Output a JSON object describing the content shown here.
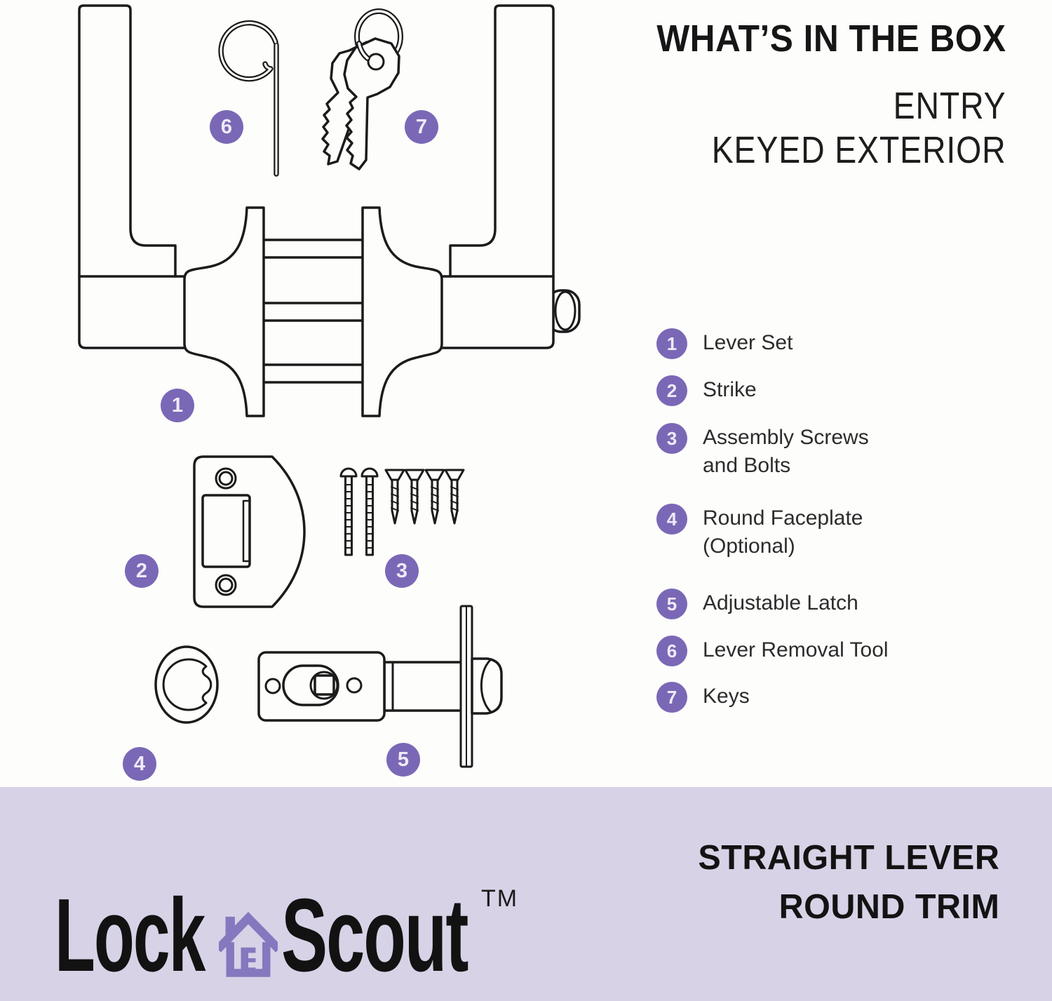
{
  "header": {
    "title": "WHAT’S IN THE BOX",
    "subtitle_line1": "ENTRY",
    "subtitle_line2": "KEYED EXTERIOR"
  },
  "legend": {
    "items": [
      {
        "number": "1",
        "label": "Lever Set"
      },
      {
        "number": "2",
        "label": "Strike"
      },
      {
        "number": "3",
        "label": "Assembly Screws",
        "label2": "and Bolts"
      },
      {
        "number": "4",
        "label": "Round Faceplate",
        "label2": "(Optional)"
      },
      {
        "number": "5",
        "label": "Adjustable Latch"
      },
      {
        "number": "6",
        "label": "Lever Removal Tool"
      },
      {
        "number": "7",
        "label": "Keys"
      }
    ]
  },
  "diagram": {
    "callouts": [
      {
        "number": "1"
      },
      {
        "number": "2"
      },
      {
        "number": "3"
      },
      {
        "number": "4"
      },
      {
        "number": "5"
      },
      {
        "number": "6"
      },
      {
        "number": "7"
      }
    ]
  },
  "footer": {
    "brand_first": "Lock",
    "brand_second": "Scout",
    "trademark": "TM",
    "logo_icon": "house-icon",
    "product_line1": "STRAIGHT LEVER",
    "product_line2": "ROUND TRIM"
  },
  "colors": {
    "accent_purple": "#7A68B6",
    "badge_text": "#EFEAF8",
    "band_background": "#D8D2E7",
    "logo_house_purple": "#8678BF",
    "line_art": "#1B1B1B",
    "text": "#1C1C1C"
  }
}
